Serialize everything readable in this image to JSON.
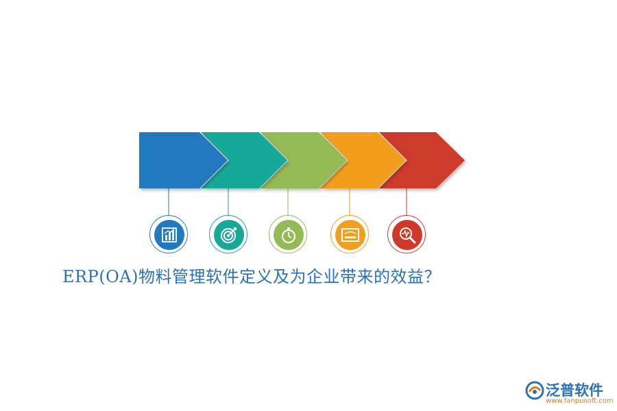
{
  "colors": {
    "blue": "#2379be",
    "teal": "#17a898",
    "green": "#93ba55",
    "orange": "#f29e1f",
    "red": "#cd3a2a",
    "title": "#2a71b8"
  },
  "steps": [
    {
      "icon": "bar-chart-icon",
      "color": "#2379be"
    },
    {
      "icon": "target-icon",
      "color": "#17a898"
    },
    {
      "icon": "stopwatch-icon",
      "color": "#93ba55"
    },
    {
      "icon": "product-box-icon",
      "color": "#f29e1f"
    },
    {
      "icon": "magnifier-pulse-icon",
      "color": "#cd3a2a"
    }
  ],
  "headline": "ERP(OA)物料管理软件定义及为企业带来的效益？",
  "brand": {
    "name": "泛普软件",
    "url": "www.fanpusoft.com",
    "icon": "fanpu-logo-icon"
  }
}
